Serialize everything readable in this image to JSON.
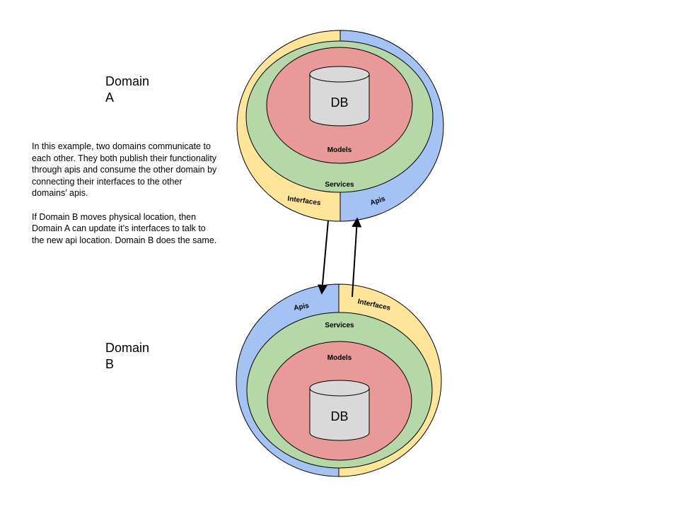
{
  "domain_a": {
    "title_line1": "Domain",
    "title_line2": "A",
    "layers": {
      "db": "DB",
      "models": "Models",
      "services": "Services",
      "interfaces": "Interfaces",
      "apis": "Apis"
    }
  },
  "domain_b": {
    "title_line1": "Domain",
    "title_line2": "B",
    "layers": {
      "db": "DB",
      "models": "Models",
      "services": "Services",
      "interfaces": "Interfaces",
      "apis": "Apis"
    }
  },
  "description": {
    "paragraph1": "In this example, two domains communicate to each other. They both publish their functionality through apis and consume the other domain by connecting their interfaces to the other domains’ apis.",
    "paragraph2": "If Domain B moves physical location, then Domain A can update it’s interfaces to talk to the new api location. Domain B does the same."
  },
  "colors": {
    "interfaces": "#ffe599",
    "apis": "#a4c2f4",
    "services": "#b6d7a8",
    "models": "#ea9999",
    "db": "#d9d9d9",
    "stroke": "#000000"
  }
}
